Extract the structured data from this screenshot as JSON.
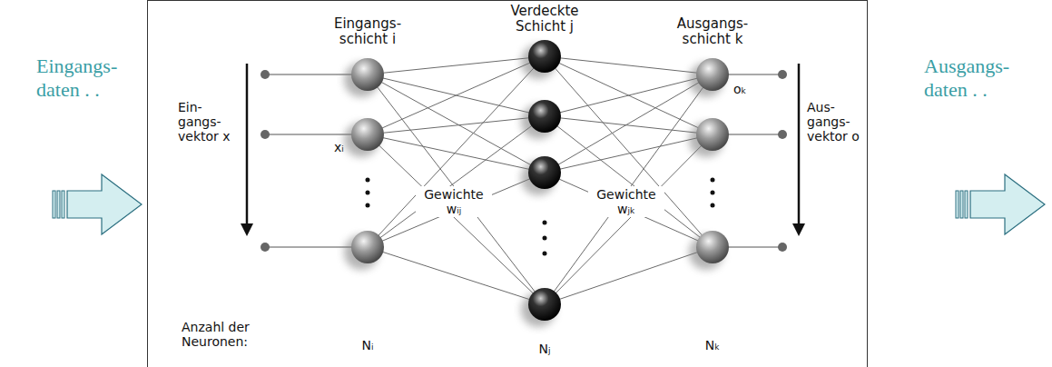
{
  "diagram": {
    "labels": [
      "Eingangs- daten . .",
      "Verdeckte Schicht j",
      "Eingangs- schicht i",
      "Ausgangs- schicht k",
      "Ausgangs- daten . .",
      "Ein- gangs- vektor x",
      "xᵢ",
      "Aus- gangs- vektor o",
      "oₖ",
      "Gewichte wᵢⱼ",
      "Gewichte wⱼₖ",
      "Anzahl der Neuronen:",
      "Nᵢ",
      "Nⱼ",
      "Nₖ"
    ]
  }
}
